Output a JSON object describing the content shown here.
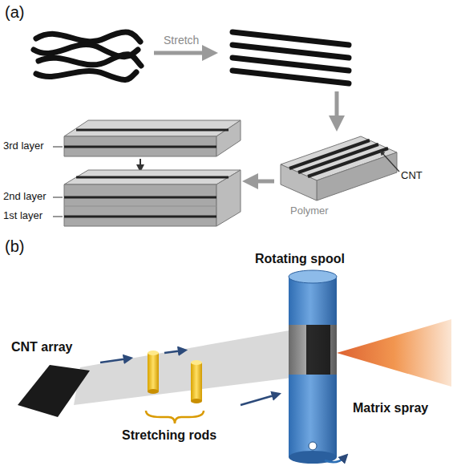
{
  "diagram": {
    "labels": [
      "(a)",
      "Stretch",
      "CNT",
      "Polymer",
      "3rd layer",
      "2nd layer",
      "1st layer",
      "(b)",
      "CNT array",
      "Stretching rods",
      "Rotating spool",
      "Matrix spray"
    ]
  }
}
